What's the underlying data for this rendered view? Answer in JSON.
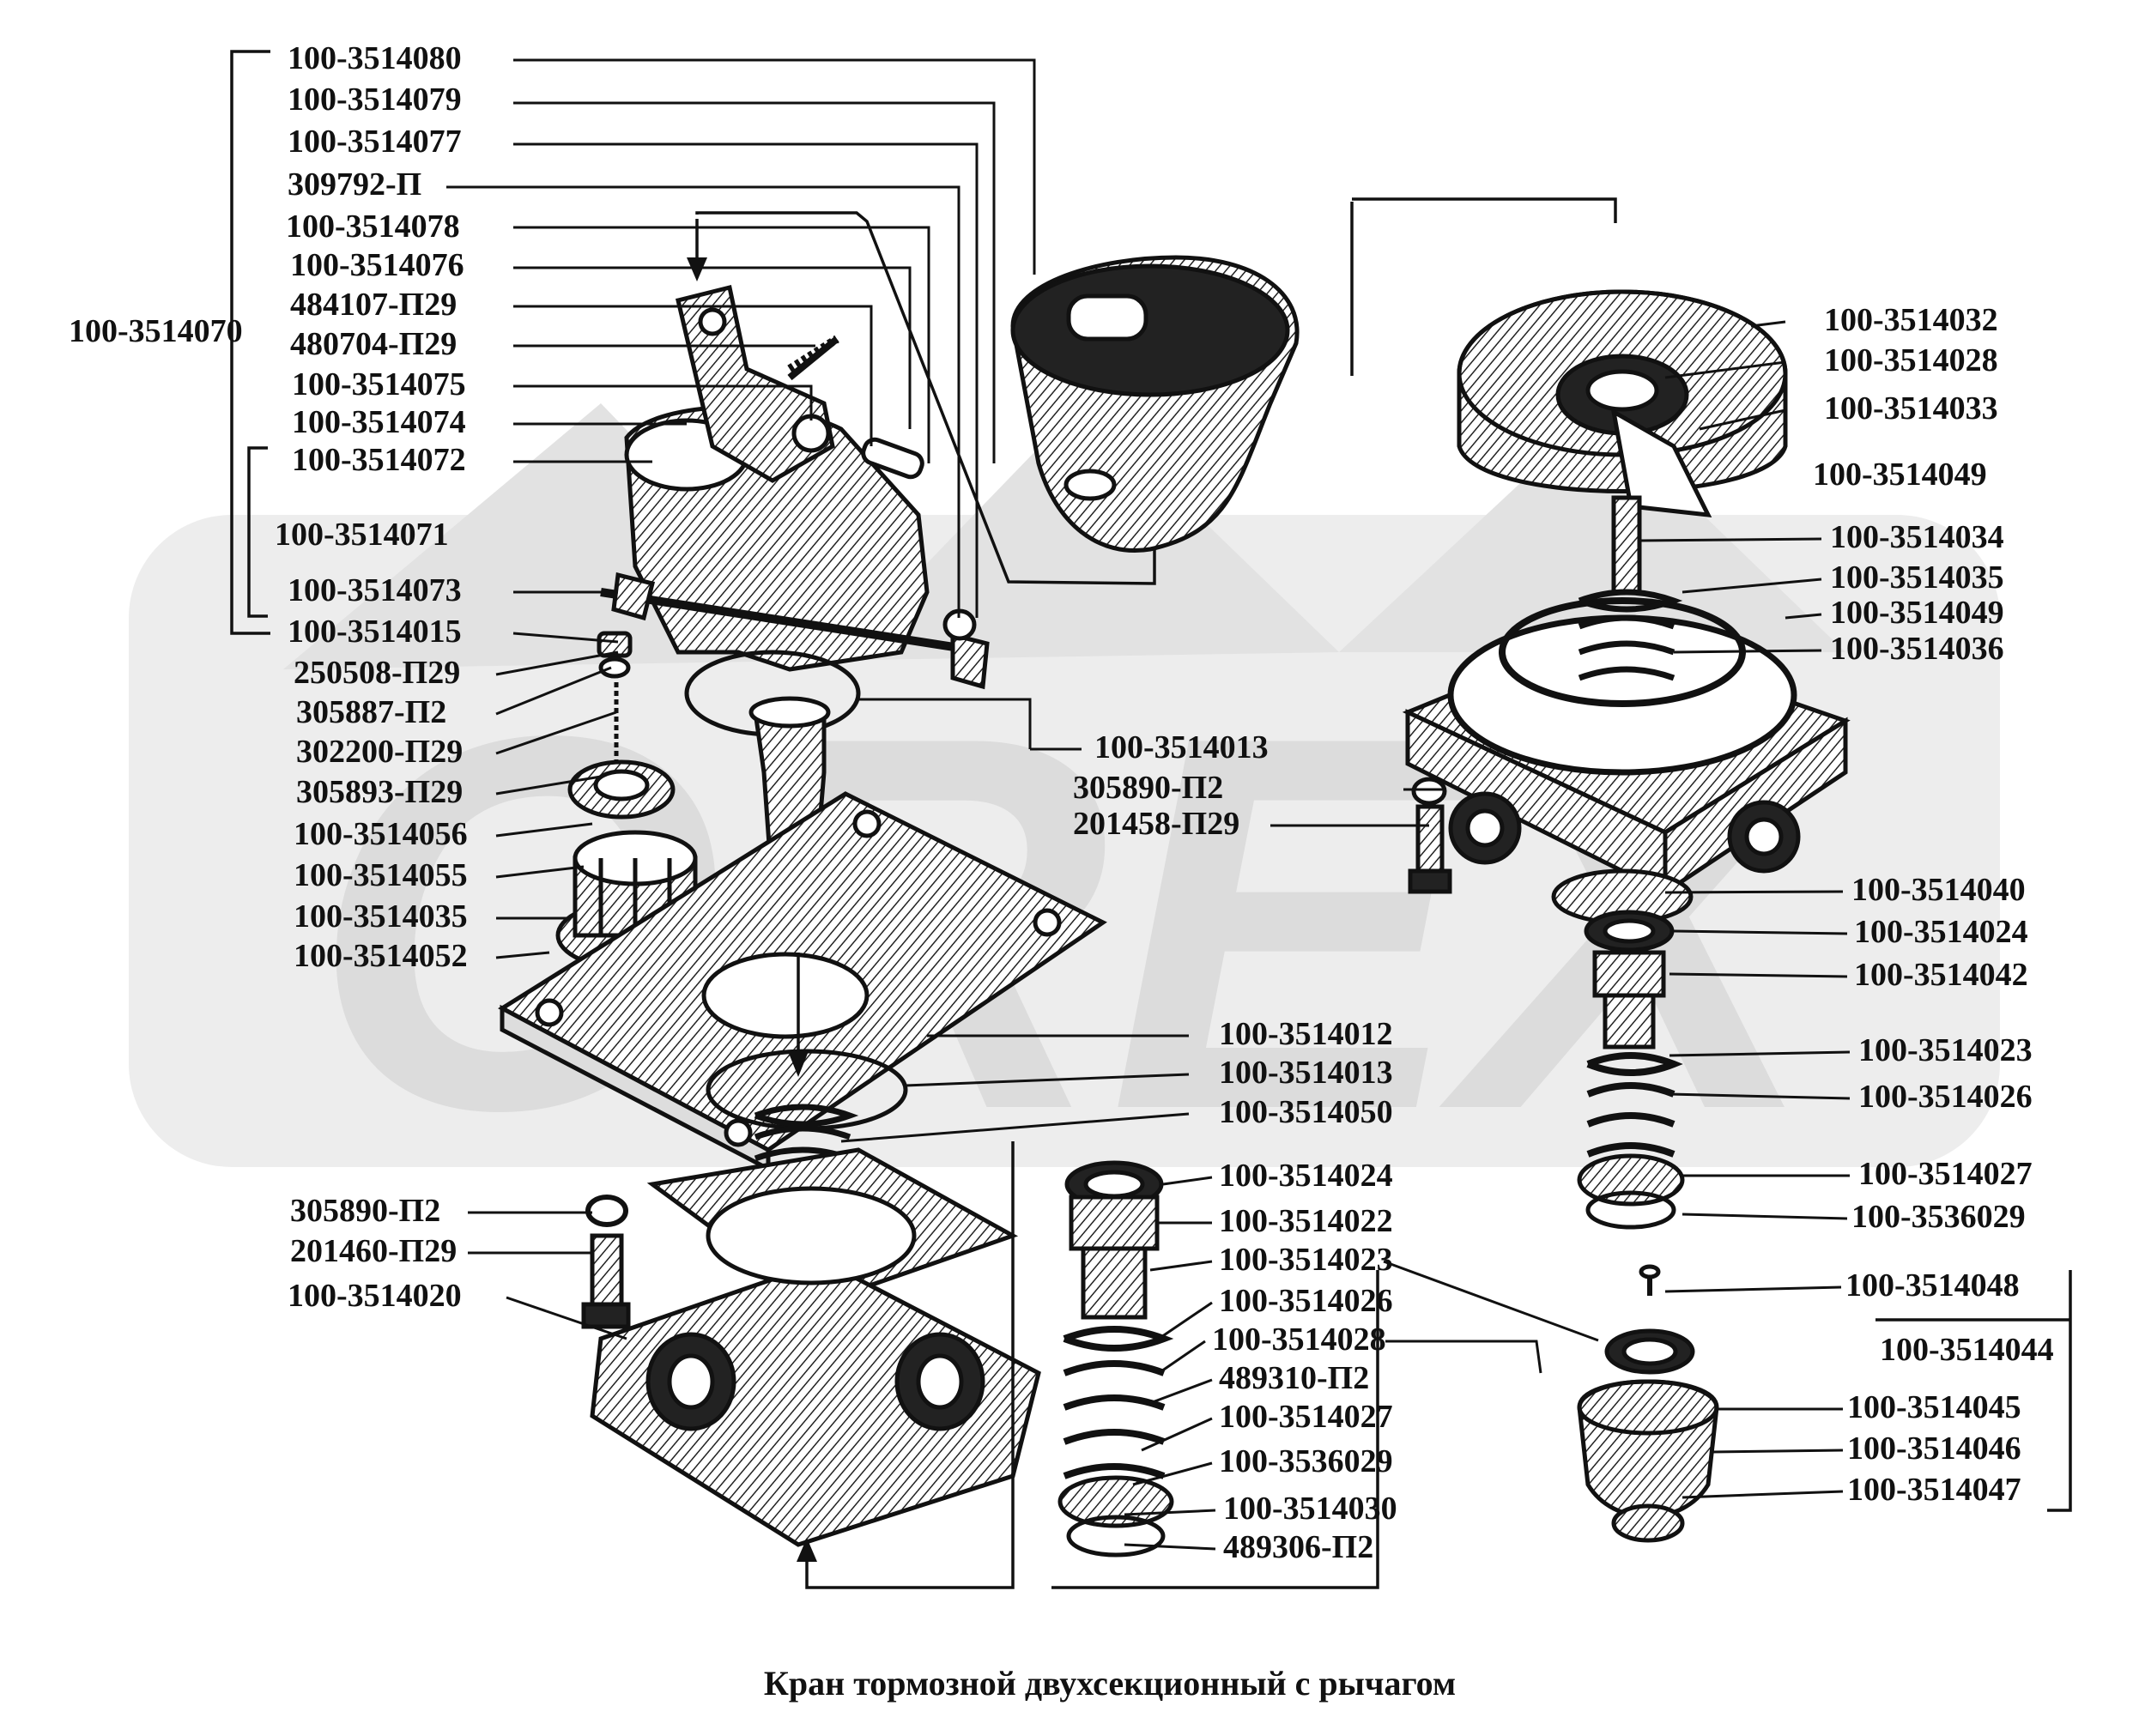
{
  "caption": "Кран тормозной двухсекционный с рычагом",
  "watermark": "OREX",
  "colors": {
    "ink": "#111111",
    "watermark": "#dcdcdc",
    "background": "#ffffff"
  },
  "labels": {
    "l3514080": "100-3514080",
    "l3514079": "100-3514079",
    "l3514077": "100-3514077",
    "l309792": "309792-П",
    "l3514078": "100-3514078",
    "l3514076": "100-3514076",
    "l484107": "484107-П29",
    "l480704": "480704-П29",
    "l3514075": "100-3514075",
    "l3514074": "100-3514074",
    "l3514072": "100-3514072",
    "l3514071": "100-3514071",
    "l3514073": "100-3514073",
    "l3514015": "100-3514015",
    "l250508": "250508-П29",
    "l305887": "305887-П2",
    "l302200": "302200-П29",
    "l305893": "305893-П29",
    "l3514056": "100-3514056",
    "l3514055": "100-3514055",
    "l3514035a": "100-3514035",
    "l3514052": "100-3514052",
    "l3514070": "100-3514070",
    "l3514013a": "100-3514013",
    "l305890a": "305890-П2",
    "l201458": "201458-П29",
    "l3514012": "100-3514012",
    "l3514013b": "100-3514013",
    "l3514050": "100-3514050",
    "l305890b": "305890-П2",
    "l201460": "201460-П29",
    "l3514020": "100-3514020",
    "l3514024a": "100-3514024",
    "l3514022": "100-3514022",
    "l3514023a": "100-3514023",
    "l3514026a": "100-3514026",
    "l3514028b": "100-3514028",
    "l489310": "489310-П2",
    "l3514027a": "100-3514027",
    "l3536029a": "100-3536029",
    "l3514030": "100-3514030",
    "l489306": "489306-П2",
    "l3514032": "100-3514032",
    "l3514028a": "100-3514028",
    "l3514033": "100-3514033",
    "l3514049a": "100-3514049",
    "l3514034": "100-3514034",
    "l3514035b": "100-3514035",
    "l3514049b": "100-3514049",
    "l3514036": "100-3514036",
    "l3514040": "100-3514040",
    "l3514024b": "100-3514024",
    "l3514042": "100-3514042",
    "l3514023b": "100-3514023",
    "l3514026b": "100-3514026",
    "l3514027b": "100-3514027",
    "l3536029b": "100-3536029",
    "l3514048": "100-3514048",
    "l3514044": "100-3514044",
    "l3514045": "100-3514045",
    "l3514046": "100-3514046",
    "l3514047": "100-3514047"
  }
}
